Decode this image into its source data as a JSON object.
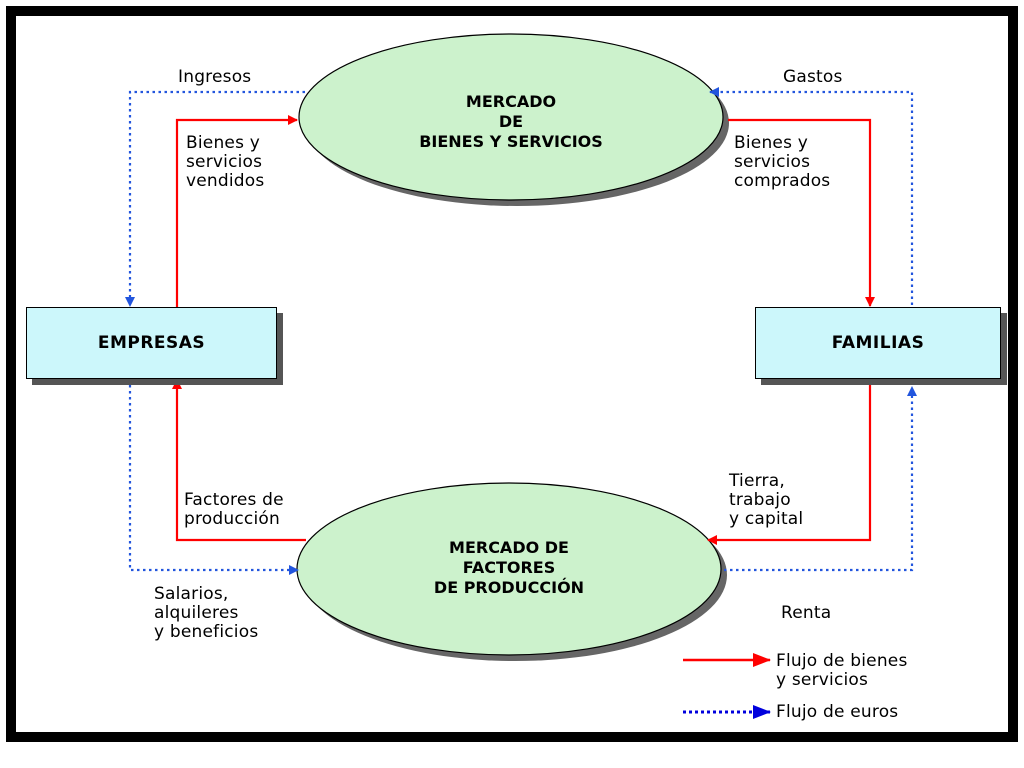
{
  "nodes": {
    "market_goods": "MERCADO\nDE\nBIENES Y SERVICIOS",
    "market_factors": "MERCADO DE\nFACTORES\nDE PRODUCCIÓN",
    "firms": "EMPRESAS",
    "households": "FAMILIAS"
  },
  "labels": {
    "ingresos": "Ingresos",
    "gastos": "Gastos",
    "bienes_vendidos": "Bienes y\nservicios\nvendidos",
    "bienes_comprados": "Bienes y\nservicios\ncomprados",
    "factores": "Factores de\nproducción",
    "tierra": "Tierra,\ntrabajo\ny capital",
    "salarios": "Salarios,\nalquileres\ny beneficios",
    "renta": "Renta"
  },
  "legend": {
    "goods_flow": "Flujo de bienes\ny servicios",
    "money_flow": "Flujo de euros"
  },
  "colors": {
    "goods_flow": "#ff0000",
    "money_flow": "#2255dd",
    "ellipse_fill": "#ccf2cc",
    "rect_fill": "#ccf7fb"
  }
}
